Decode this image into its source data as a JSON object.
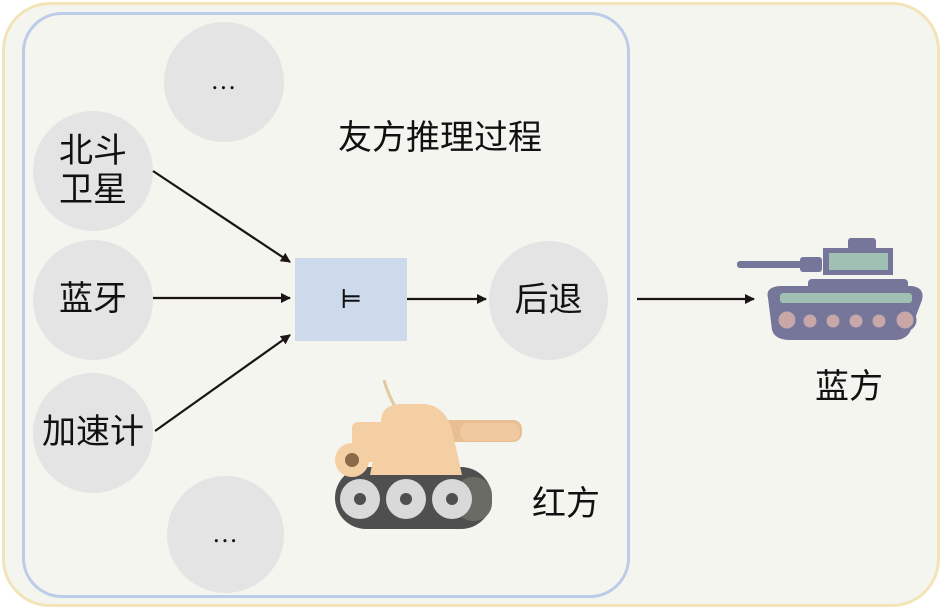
{
  "title": "友方推理过程",
  "inputs": [
    {
      "label": "...",
      "type": "ellipsis"
    },
    {
      "label": "北斗\n卫星",
      "line1": "北斗",
      "line2": "卫星"
    },
    {
      "label": "蓝牙"
    },
    {
      "label": "加速计"
    },
    {
      "label": "...",
      "type": "ellipsis"
    }
  ],
  "inference_symbol": "⊨",
  "conclusion": "后退",
  "friendly_label": "红方",
  "enemy_label": "蓝方",
  "colors": {
    "outer_border": "#f3e3b8",
    "inner_border": "#bccbe8",
    "background": "#f3f5ee",
    "node_fill": "#e4e4e4",
    "inference_fill": "#ccdaeb",
    "arrow": "#1a1414"
  }
}
